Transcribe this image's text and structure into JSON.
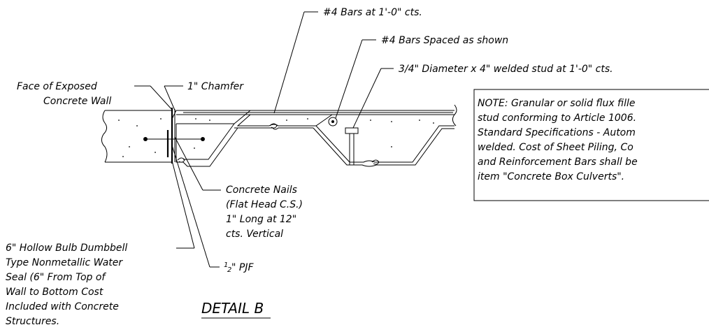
{
  "labels": {
    "bars_1ft": "#4 Bars at 1'-0\" cts.",
    "bars_spaced": "#4 Bars Spaced as shown",
    "stud": "3/4\" Diameter x 4\" welded stud at 1'-0\" cts.",
    "face_line1": "Face of Exposed",
    "face_line2": "Concrete Wall",
    "chamfer": "1\" Chamfer",
    "nails": [
      "Concrete Nails",
      "(Flat Head C.S.)",
      "1\" Long at 12\"",
      "cts. Vertical"
    ],
    "seal": [
      "6\" Hollow Bulb Dumbbell",
      "Type Nonmetallic Water",
      "Seal (6\" From Top of",
      "Wall to Bottom Cost",
      "Included with Concrete",
      "Structures."
    ],
    "pjf_fraction": "1",
    "pjf_den": "2",
    "pjf_text": "\" PJF"
  },
  "note": [
    "NOTE: Granular or solid flux fille",
    "stud conforming to Article 1006.",
    "Standard Specifications - Autom",
    "welded. Cost of Sheet Piling, Co",
    "and Reinforcement Bars shall be",
    "item \"Concrete Box Culverts\"."
  ],
  "title": "DETAIL B"
}
